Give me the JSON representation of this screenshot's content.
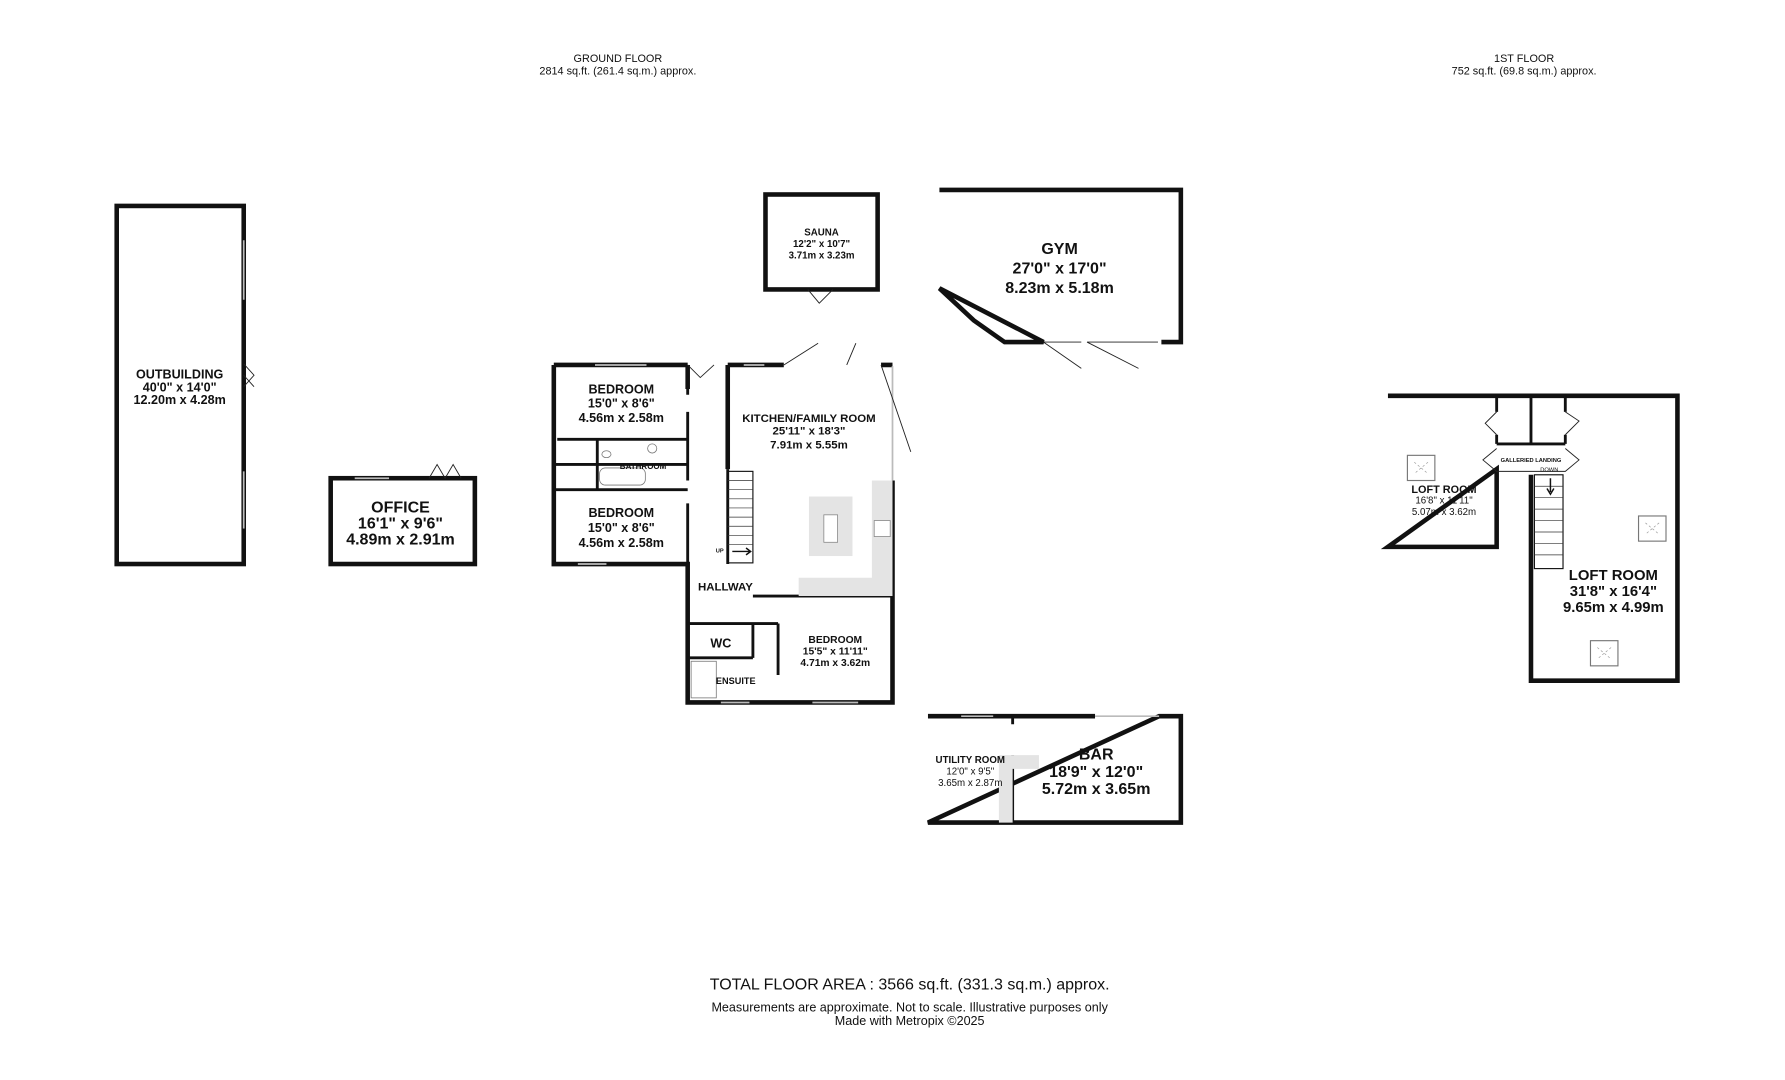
{
  "ground_floor": {
    "title": "GROUND FLOOR",
    "area": "2814 sq.ft. (261.4 sq.m.) approx."
  },
  "first_floor": {
    "title": "1ST FLOOR",
    "area": "752 sq.ft. (69.8 sq.m.) approx."
  },
  "rooms": {
    "outbuilding": {
      "name": "OUTBUILDING",
      "imperial": "40'0\" x 14'0\"",
      "metric": "12.20m x 4.28m"
    },
    "office": {
      "name": "OFFICE",
      "imperial": "16'1\" x 9'6\"",
      "metric": "4.89m x 2.91m"
    },
    "sauna": {
      "name": "SAUNA",
      "imperial": "12'2\" x 10'7\"",
      "metric": "3.71m x 3.23m"
    },
    "gym": {
      "name": "GYM",
      "imperial": "27'0\" x 17'0\"",
      "metric": "8.23m x 5.18m"
    },
    "bedroom1": {
      "name": "BEDROOM",
      "imperial": "15'0\" x 8'6\"",
      "metric": "4.56m x 2.58m"
    },
    "bathroom": {
      "name": "BATHROOM"
    },
    "bedroom2": {
      "name": "BEDROOM",
      "imperial": "15'0\" x 8'6\"",
      "metric": "4.56m x 2.58m"
    },
    "kitchen": {
      "name": "KITCHEN/FAMILY ROOM",
      "imperial": "25'11\" x 18'3\"",
      "metric": "7.91m x 5.55m"
    },
    "hallway": {
      "name": "HALLWAY",
      "stairs_label": "UP"
    },
    "wc": {
      "name": "WC"
    },
    "ensuite": {
      "name": "ENSUITE"
    },
    "bedroom3": {
      "name": "BEDROOM",
      "imperial": "15'5\" x 11'11\"",
      "metric": "4.71m x 3.62m"
    },
    "utility": {
      "name": "UTILITY ROOM",
      "imperial": "12'0\" x 9'5\"",
      "metric": "3.65m x 2.87m"
    },
    "bar": {
      "name": "BAR",
      "imperial": "18'9\" x 12'0\"",
      "metric": "5.72m x 3.65m"
    },
    "loft1": {
      "name": "LOFT ROOM",
      "imperial": "16'8\" x 11'11\"",
      "metric": "5.07m x 3.62m"
    },
    "landing": {
      "name": "GALLERIED LANDING",
      "stairs_label": "DOWN"
    },
    "loft2": {
      "name": "LOFT ROOM",
      "imperial": "31'8\" x 16'4\"",
      "metric": "9.65m x 4.99m"
    }
  },
  "footer": {
    "total": "TOTAL FLOOR AREA : 3566 sq.ft. (331.3 sq.m.) approx.",
    "disclaimer": "Measurements are approximate.  Not to scale.  Illustrative purposes only",
    "credit": "Made with Metropix ©2025"
  }
}
